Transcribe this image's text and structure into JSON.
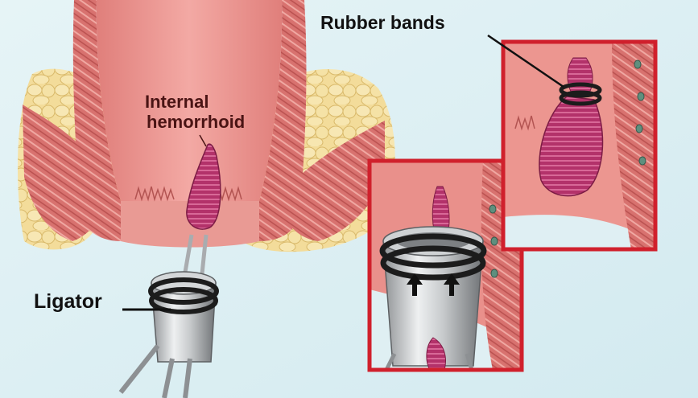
{
  "labels": {
    "rubber_bands": "Rubber bands",
    "internal_hemorrhoid_line1": "Internal",
    "internal_hemorrhoid_line2": "hemorrhoid",
    "ligator": "Ligator"
  },
  "colors": {
    "background": "#dceef3",
    "inset_border": "#d0202c",
    "tissue_pink": "#f2a5a2",
    "muscle_red": "#c85a5c",
    "fat_yellow": "#f3dc9a",
    "hemorrhoid_magenta": "#b02f63",
    "metal": "#b9bcbf",
    "band_black": "#1c1c1c"
  }
}
